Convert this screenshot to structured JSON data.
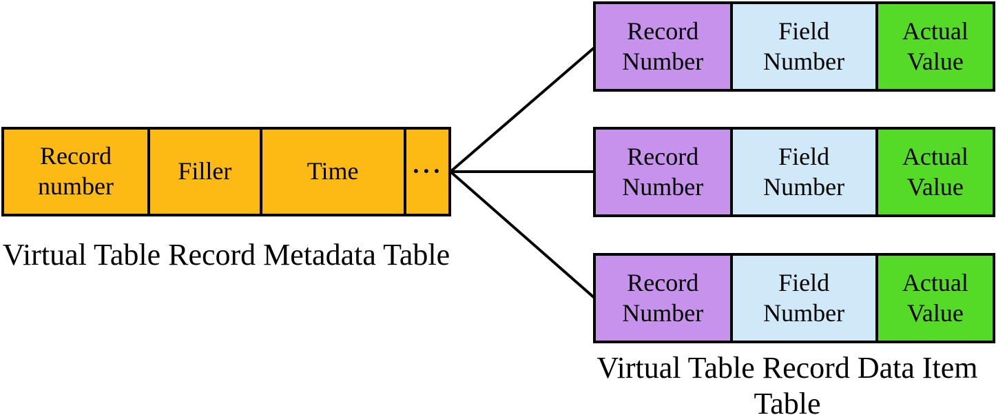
{
  "diagram": {
    "connector_color": "#000000",
    "metadata_table": {
      "label": "Virtual Table Record Metadata Table",
      "fill_color": "#FDBA14",
      "cells": [
        {
          "text": "Record\nnumber"
        },
        {
          "text": "Filler"
        },
        {
          "text": "Time"
        },
        {
          "text": "···"
        }
      ]
    },
    "data_item_table": {
      "label": "Virtual Table Record Data Item Table",
      "column_colors": {
        "record_number": "#C792EC",
        "field_number": "#CFE9F9",
        "actual_value": "#55DB25"
      },
      "rows": [
        {
          "cells": [
            {
              "text": "Record\nNumber"
            },
            {
              "text": "Field\nNumber"
            },
            {
              "text": "Actual\nValue"
            }
          ]
        },
        {
          "cells": [
            {
              "text": "Record\nNumber"
            },
            {
              "text": "Field\nNumber"
            },
            {
              "text": "Actual\nValue"
            }
          ]
        },
        {
          "cells": [
            {
              "text": "Record\nNumber"
            },
            {
              "text": "Field\nNumber"
            },
            {
              "text": "Actual\nValue"
            }
          ]
        }
      ]
    }
  }
}
